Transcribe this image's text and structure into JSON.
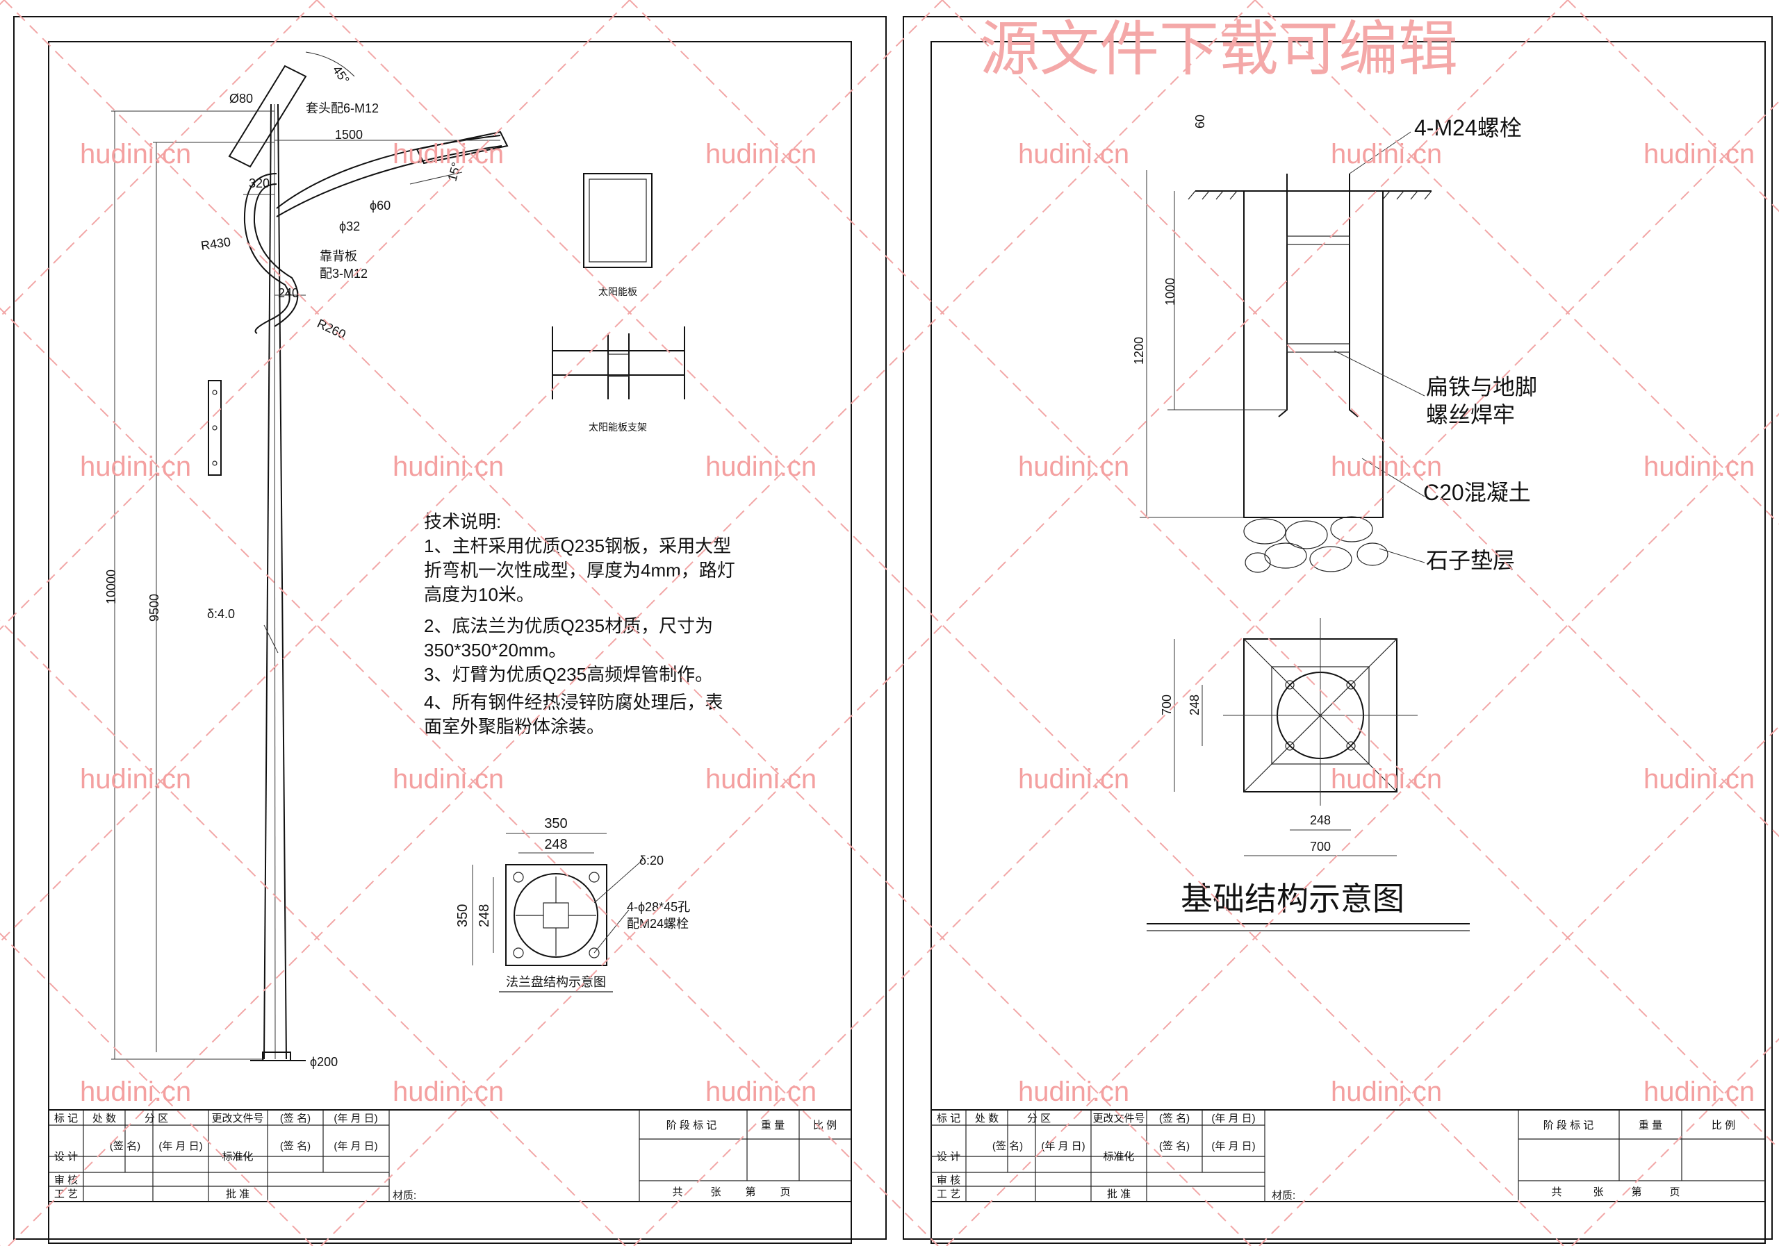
{
  "watermark": {
    "site": "hudini.cn",
    "banner": "源文件下载可编辑",
    "color": "#f4a0a0"
  },
  "left_sheet": {
    "pole": {
      "labels": {
        "top_dia": "Ø80",
        "top_note": "套头配6-M12",
        "arm_len": "1500",
        "angle_panel": "45°",
        "angle_arm": "15°",
        "offset_320": "320",
        "arm_dia": "ϕ60",
        "brace_dia": "ϕ32",
        "radius_430": "R430",
        "back_plate": "靠背板",
        "back_plate_bolts": "配3-M12",
        "offset_240": "240",
        "radius_260": "R260",
        "height_total": "10000",
        "height_9500": "9500",
        "thickness": "δ:4.0",
        "base_dia": "ϕ200"
      }
    },
    "panel_caption": "太阳能板",
    "bracket_caption": "太阳能板支架",
    "tech_notes": {
      "title": "技术说明:",
      "lines": [
        "1、主杆采用优质Q235钢板，采用大型",
        "折弯机一次性成型，厚度为4mm，路灯",
        "高度为10米。",
        "2、底法兰为优质Q235材质，尺寸为",
        "350*350*20mm。",
        "3、灯臂为优质Q235高频焊管制作。",
        "4、所有钢件经热浸锌防腐处理后，表",
        "面室外聚脂粉体涂装。"
      ]
    },
    "flange": {
      "caption": "法兰盘结构示意图",
      "dim_outer_w": "350",
      "dim_inner_w": "248",
      "dim_outer_h": "350",
      "dim_inner_h": "248",
      "thickness": "δ:20",
      "holes": "4-ϕ28*45孔",
      "bolts": "配M24螺栓"
    }
  },
  "right_sheet": {
    "foundation": {
      "bolt_label": "4-M24螺栓",
      "dim_60": "60",
      "dim_1000": "1000",
      "dim_1200": "1200",
      "weld_note_1": "扁铁与地脚",
      "weld_note_2": "螺丝焊牢",
      "concrete": "C20混凝土",
      "gravel": "石子垫层"
    },
    "plan": {
      "dim_700_v": "700",
      "dim_248_v": "248",
      "dim_248_h": "248",
      "dim_700_h": "700"
    },
    "title": "基础结构示意图"
  },
  "title_block": {
    "r1": [
      "标 记",
      "处 数",
      "分 区",
      "更改文件号",
      "(签 名)",
      "(年 月 日)"
    ],
    "r2": [
      "设 计",
      "(签 名)",
      "(年 月 日)",
      "标准化",
      "(签 名)",
      "(年 月 日)"
    ],
    "r3": [
      "审 核"
    ],
    "r4": [
      "工 艺",
      "批 准"
    ],
    "stage_head": [
      "阶 段 标 记",
      "重 量",
      "比 例"
    ],
    "material": "材质:",
    "sheet": [
      "共",
      "张",
      "第",
      "页"
    ]
  }
}
